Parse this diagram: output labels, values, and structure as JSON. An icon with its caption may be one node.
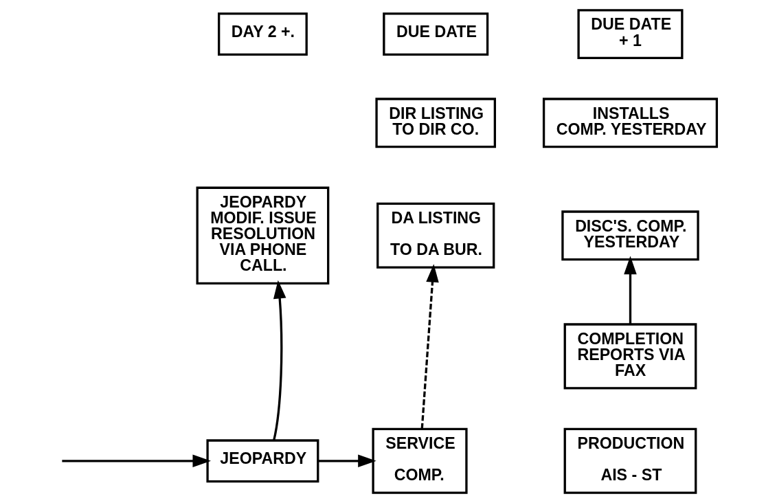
{
  "diagram": {
    "nodes": [
      {
        "text": [
          "DAY 2 +."
        ]
      },
      {
        "text": [
          "DUE DATE"
        ]
      },
      {
        "text": [
          "DUE DATE + 1"
        ]
      },
      {
        "text": [
          "INSTALLS COMP. YESTERDAY"
        ]
      },
      {
        "text": [
          "DIR LISTING TO DIR CO."
        ]
      },
      {
        "text": [
          "JEOPARDY MODIF. ISSUE RESOLUTION VIA PHONE CALL."
        ]
      },
      {
        "text": [
          "DA LISTING",
          "TO DA BUR."
        ]
      },
      {
        "text": [
          "DISC'S. COMP. YESTERDAY"
        ]
      },
      {
        "text": [
          "COMPLETION REPORTS VIA FAX"
        ]
      },
      {
        "text": [
          "JEOPARDY"
        ]
      },
      {
        "text": [
          "SERVICE",
          "COMP."
        ]
      },
      {
        "text": [
          "PRODUCTION",
          "AIS - ST"
        ]
      }
    ],
    "edges": [
      {
        "from": null,
        "to": 9,
        "arrow": "to"
      },
      {
        "from": 9,
        "to": 5,
        "arrow": "to"
      },
      {
        "from": 9,
        "to": 10,
        "arrow": "to"
      },
      {
        "from": 10,
        "to": 6,
        "arrow": "to",
        "style": "dashed"
      },
      {
        "from": 8,
        "to": 7,
        "arrow": "to"
      }
    ]
  }
}
